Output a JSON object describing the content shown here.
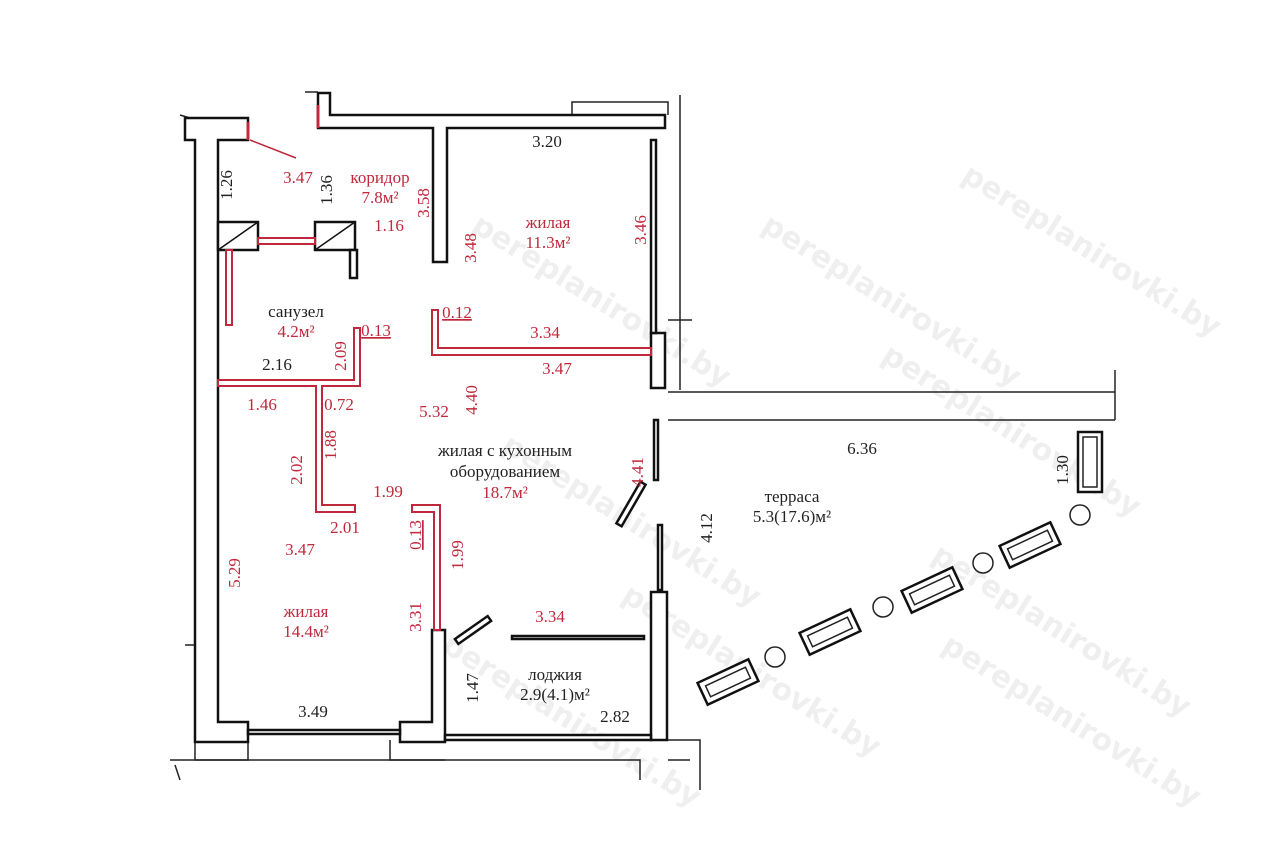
{
  "watermark": "pereplanirovki.by",
  "colors": {
    "accent": "#c0283c",
    "wall": "#111111"
  },
  "rooms": {
    "corridor": {
      "name": "коридор",
      "area": "7.8м²"
    },
    "living1": {
      "name": "жилая",
      "area": "11.3м²"
    },
    "bathroom": {
      "name": "санузел",
      "area": "4.2м²"
    },
    "kitchen_living": {
      "name1": "жилая с кухонным",
      "name2": "оборудованием",
      "area": "18.7м²"
    },
    "living2": {
      "name": "жилая",
      "area": "14.4м²"
    },
    "loggia": {
      "name": "лоджия",
      "area": "2.9(4.1)м²"
    },
    "terrace": {
      "name": "терраса",
      "area": "5.3(17.6)м²"
    }
  },
  "dims": {
    "d126": "1.26",
    "d347a": "3.47",
    "d136": "1.36",
    "d116": "1.16",
    "d358": "3.58",
    "d320": "3.20",
    "d348": "3.48",
    "d346": "3.46",
    "d012": "0.12",
    "d334a": "3.34",
    "d347b": "3.47",
    "d013a": "0.13",
    "d209": "2.09",
    "d216": "2.16",
    "d146": "1.46",
    "d072": "0.72",
    "d532": "5.32",
    "d440": "4.40",
    "d188": "1.88",
    "d202": "2.02",
    "d199a": "1.99",
    "d201": "2.01",
    "d441": "4.41",
    "d529": "5.29",
    "d347c": "3.47",
    "d013b": "0.13",
    "d199b": "1.99",
    "d331": "3.31",
    "d334b": "3.34",
    "d147": "1.47",
    "d349": "3.49",
    "d282": "2.82",
    "d636": "6.36",
    "d130": "1.30",
    "d412": "4.12"
  }
}
